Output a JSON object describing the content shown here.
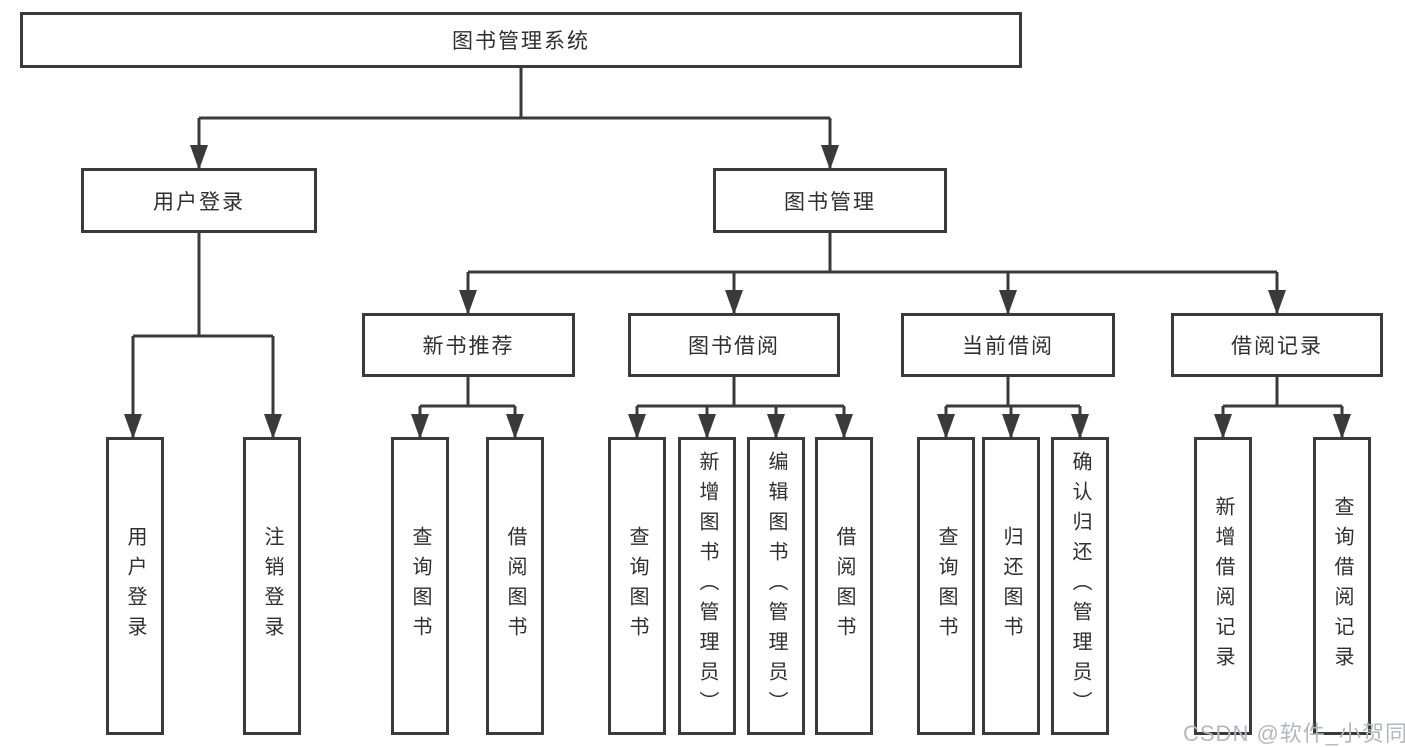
{
  "diagram": {
    "root": "图书管理系统",
    "level2": {
      "user_login": "用户登录",
      "book_management": "图书管理"
    },
    "level3": {
      "new_book_recommend": "新书推荐",
      "book_borrow": "图书借阅",
      "current_borrow": "当前借阅",
      "borrow_records": "借阅记录"
    },
    "leaves": {
      "user_login": {
        "login": "用户登录",
        "logout": "注销登录"
      },
      "new_book_recommend": {
        "query_books": "查询图书",
        "borrow_books": "借阅图书"
      },
      "book_borrow": {
        "query_books": "查询图书",
        "add_books_admin": "新增图书（管理员）",
        "edit_books_admin": "编辑图书（管理员）",
        "borrow_books": "借阅图书"
      },
      "current_borrow": {
        "query_books": "查询图书",
        "return_books": "归还图书",
        "confirm_return_admin": "确认归还（管理员）"
      },
      "borrow_records": {
        "add_record": "新增借阅记录",
        "query_record": "查询借阅记录"
      }
    }
  },
  "watermark": "CSDN @软件_小贺同学",
  "colors": {
    "line": "#3a3a3a",
    "text": "#2f2f2f",
    "box_background": "#ffffff",
    "page_background": "#ffffff",
    "watermark": "#b3b7c0"
  }
}
